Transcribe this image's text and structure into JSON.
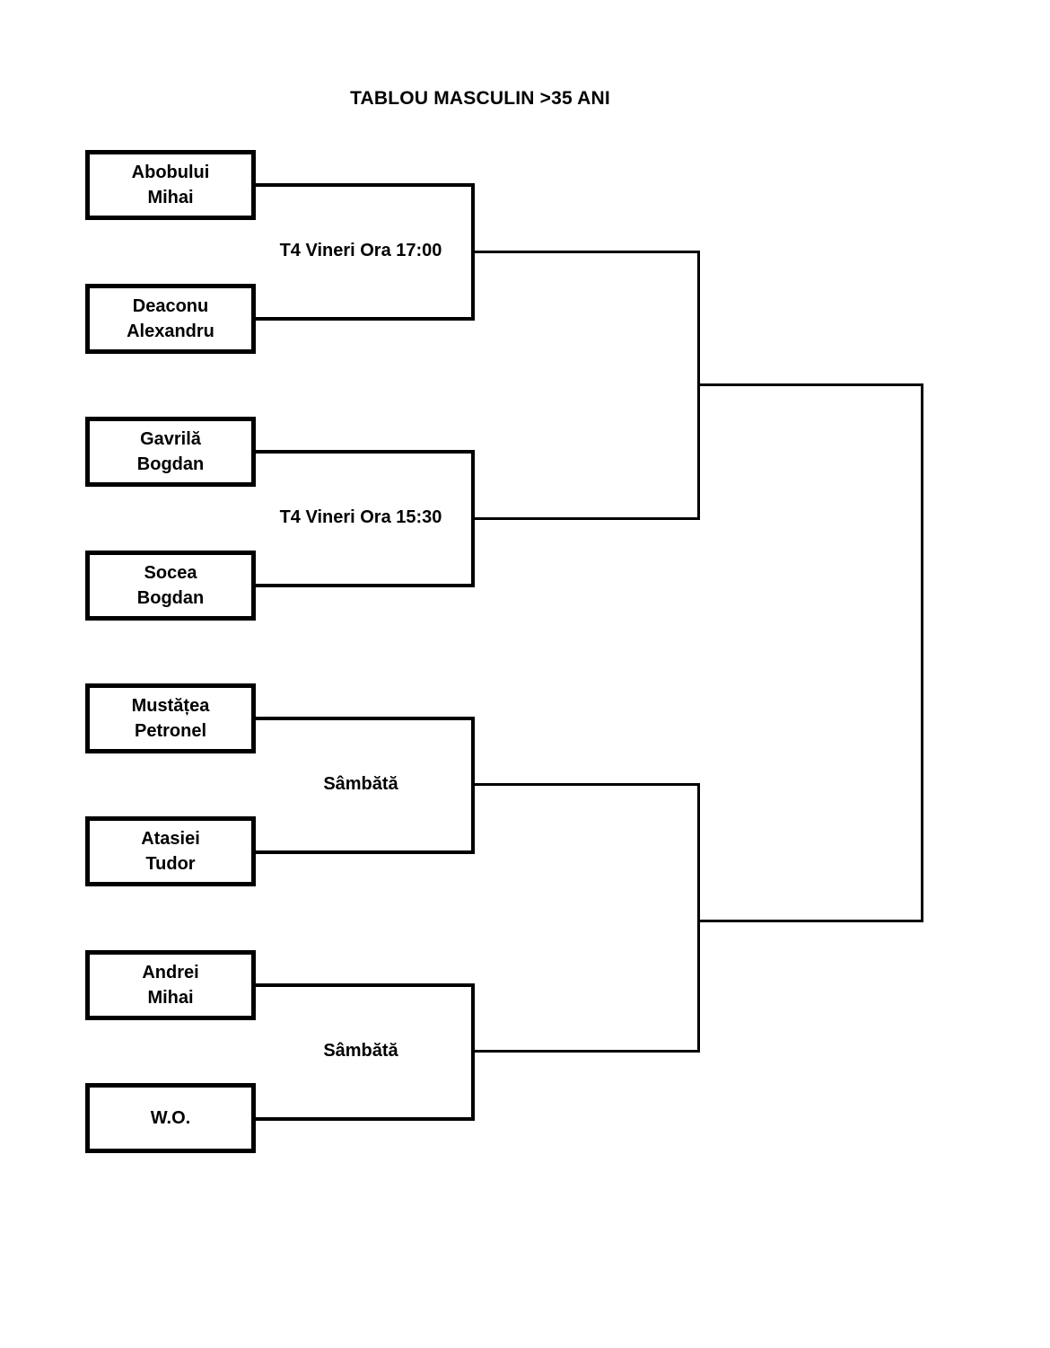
{
  "title": "TABLOU MASCULIN >35 ANI",
  "colors": {
    "line": "#000000",
    "background": "#ffffff",
    "text": "#000000"
  },
  "bracket": {
    "type": "single-elimination",
    "rounds": 3,
    "players": [
      {
        "line1": "Abobului",
        "line2": "Mihai"
      },
      {
        "line1": "Deaconu",
        "line2": "Alexandru"
      },
      {
        "line1": "Gavrilă",
        "line2": "Bogdan"
      },
      {
        "line1": "Socea",
        "line2": "Bogdan"
      },
      {
        "line1": "Mustățea",
        "line2": "Petronel"
      },
      {
        "line1": "Atasiei",
        "line2": "Tudor"
      },
      {
        "line1": "Andrei",
        "line2": "Mihai"
      },
      {
        "line1": "W.O.",
        "line2": ""
      }
    ],
    "round1_matches": [
      {
        "label": "T4 Vineri Ora 17:00"
      },
      {
        "label": "T4 Vineri Ora 15:30"
      },
      {
        "label": "Sâmbătă"
      },
      {
        "label": "Sâmbătă"
      }
    ],
    "round2_matches": [
      {
        "label": ""
      },
      {
        "label": ""
      }
    ],
    "round3_matches": [
      {
        "label": ""
      }
    ]
  }
}
